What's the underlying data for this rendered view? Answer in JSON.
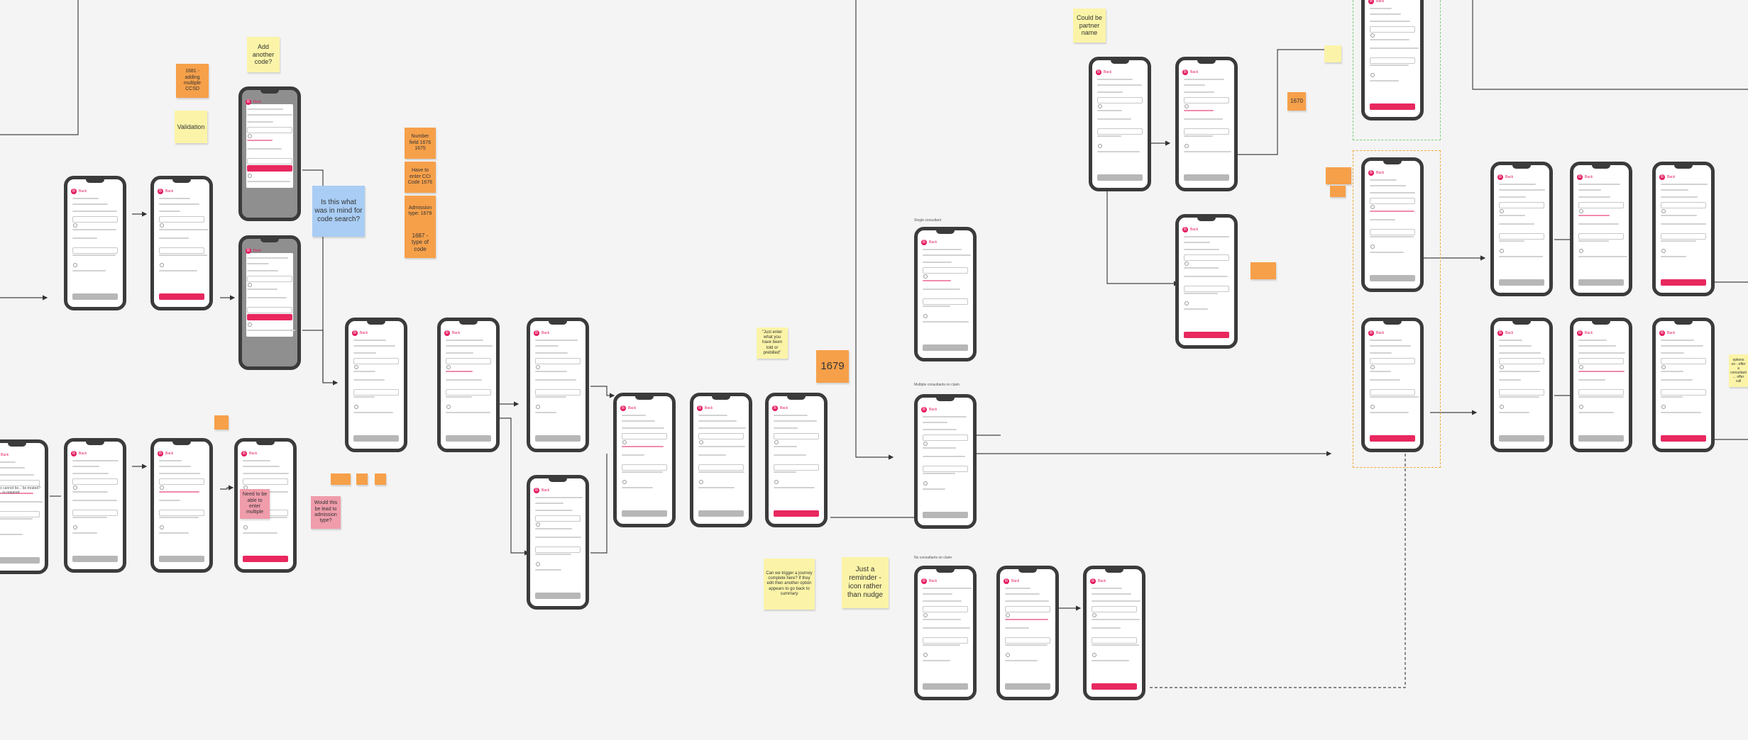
{
  "colors": {
    "accent": "#e8285f",
    "sticky_yellow": "#fbf4a8",
    "sticky_orange": "#f6a04a",
    "sticky_blue": "#a9cdf4",
    "sticky_pink": "#ef9cab",
    "frame_orange": "#f4a93c",
    "frame_green": "#7ccf7c"
  },
  "notes": [
    {
      "text": "Add another code?",
      "color": "yellow"
    },
    {
      "text": "1681 - adding multiple CCSD",
      "color": "orange"
    },
    {
      "text": "Validation",
      "color": "yellow"
    },
    {
      "text": "Is this what was in mind for code search?",
      "color": "blue"
    },
    {
      "text": "Number field 1676 1675",
      "color": "orange"
    },
    {
      "text": "Have to enter CCI Code 1676",
      "color": "orange"
    },
    {
      "text": "Admission type: 1679",
      "color": "orange"
    },
    {
      "text": "1687 - type of code",
      "color": "orange"
    },
    {
      "text": "Need to be able to enter multiple",
      "color": "pink"
    },
    {
      "text": "Would this be lead to admission type?",
      "color": "pink"
    },
    {
      "text": "\"Just enter what you have been told or prebilled\"",
      "color": "yellow"
    },
    {
      "text": "1679",
      "color": "orange"
    },
    {
      "text": "Can we trigger a journey complete here? If they edit then another option appears to go back to summary",
      "color": "yellow"
    },
    {
      "text": "Just a reminder - icon rather than nudge",
      "color": "yellow"
    },
    {
      "text": "Could be partner name",
      "color": "yellow"
    },
    {
      "text": "1670",
      "color": "orange"
    }
  ],
  "screen": {
    "logo": "B",
    "back": "Back"
  },
  "captions": {
    "single": "Single consultant",
    "multiple": "Multiple consultants on claim",
    "none": "No consultants on claim"
  },
  "edge_text": {
    "left": "o cannot be... be treated? ...is required",
    "right": "options on - offer a consultant ... offer call"
  }
}
